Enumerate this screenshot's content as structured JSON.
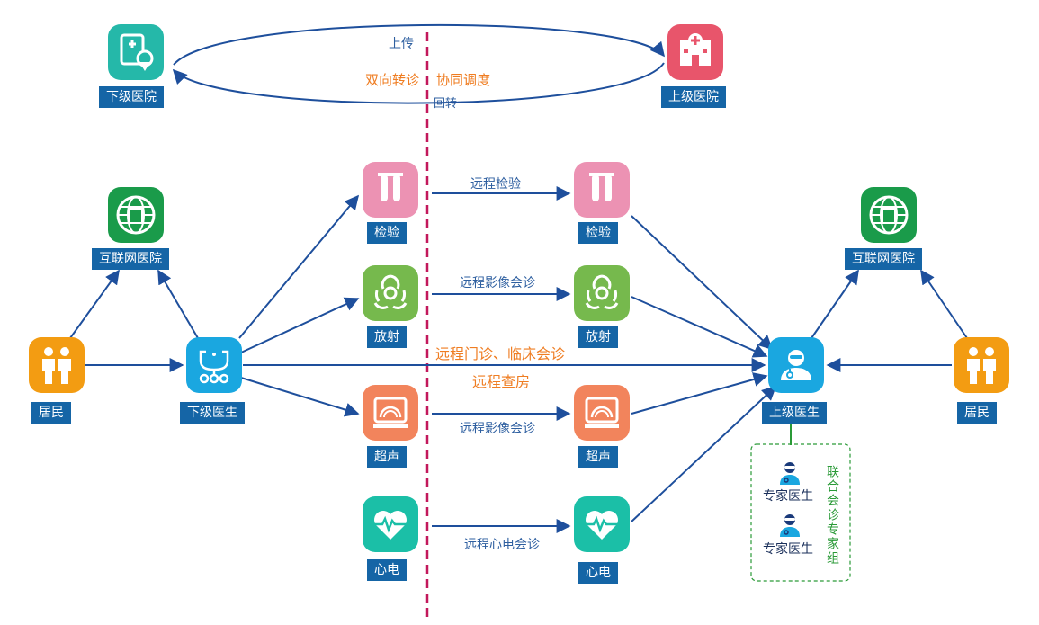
{
  "hospitals": {
    "lower": "下级医院",
    "upper": "上级医院",
    "upload": "上传",
    "two_way": "双向转诊",
    "coordination": "协同调度",
    "return": "回转"
  },
  "left": {
    "internet_hospital": "互联网医院",
    "resident": "居民",
    "lower_doctor": "下级医生"
  },
  "right": {
    "internet_hospital": "互联网医院",
    "resident": "居民",
    "upper_doctor": "上级医生"
  },
  "modalities": {
    "lab": "检验",
    "radiology": "放射",
    "ultrasound": "超声",
    "ecg": "心电"
  },
  "flows": {
    "remote_lab": "远程检验",
    "remote_imaging_1": "远程影像会诊",
    "remote_clinic": "远程门诊、临床会诊",
    "remote_rounds": "远程查房",
    "remote_imaging_2": "远程影像会诊",
    "remote_ecg": "远程心电会诊"
  },
  "expert_group": {
    "expert_1": "专家医生",
    "expert_2": "专家医生",
    "group_label": "联合会诊专家组"
  },
  "colors": {
    "arrow": "#1e4f9c",
    "label_bg": "#1565a6",
    "divider": "#c2185b",
    "orange_text": "#ef7d22",
    "group_green": "#2a9a37"
  }
}
